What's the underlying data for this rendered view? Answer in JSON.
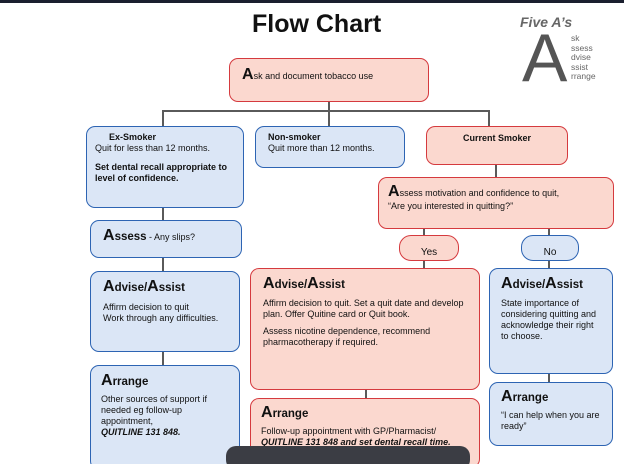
{
  "title": "Flow Chart",
  "five_as": {
    "title": "Five A’s",
    "big_letter": "A",
    "items": [
      "sk",
      "ssess",
      "dvise",
      "ssist",
      "rrange"
    ]
  },
  "ask": {
    "big": "A",
    "rest": "sk and document tobacco use"
  },
  "ex_smoker": {
    "heading": "Ex-Smoker",
    "line1": "Quit for less than 12 months.",
    "bold": "Set dental recall appropriate to level of confidence."
  },
  "non_smoker": {
    "heading": "Non-smoker",
    "line1": "Quit  more than 12 months."
  },
  "current_smoker": {
    "heading": "Current  Smoker"
  },
  "assess_motivation": {
    "big": "A",
    "rest": "ssess motivation and confidence to quit,",
    "line2": "“Are you interested in quitting?”"
  },
  "yes_label": "Yes",
  "no_label": "No",
  "assess_slips": {
    "big": "A",
    "rest": "ssess",
    "suffix": " - Any slips?"
  },
  "advise_left": {
    "big1": "A",
    "rest1": "dvise/",
    "big2": "A",
    "rest2": "ssist",
    "line1": "Affirm decision to quit",
    "line2": "Work through any difficulties."
  },
  "advise_mid": {
    "big1": "A",
    "rest1": "dvise/",
    "big2": "A",
    "rest2": "ssist",
    "para1": "Affirm decision to quit.  Set a quit date and develop plan.  Offer Quitine card or Quit book.",
    "para2": "Assess nicotine dependence, recommend pharmacotherapy if required."
  },
  "advise_right": {
    "big1": "A",
    "rest1": "dvise/",
    "big2": "A",
    "rest2": "ssist",
    "para": "State importance of considering quitting and acknowledge their right to choose."
  },
  "arrange_left": {
    "big": "A",
    "rest": "rrange",
    "para": "Other sources of support if needed eg follow-up appointment,",
    "quitline": "QUITLINE 131 848."
  },
  "arrange_mid": {
    "big": "A",
    "rest": "rrange",
    "line1": "Follow-up appointment with GP/Pharmacist/",
    "line2": "QUITLINE 131 848 and set dental recall time."
  },
  "arrange_right": {
    "big": "A",
    "rest": "rrange",
    "para": "“I can help when you are ready”"
  },
  "colors": {
    "red_fill": "#fbd8cf",
    "red_border": "#d53a3e",
    "blue_fill": "#dbe6f6",
    "blue_border": "#2d64b3"
  }
}
